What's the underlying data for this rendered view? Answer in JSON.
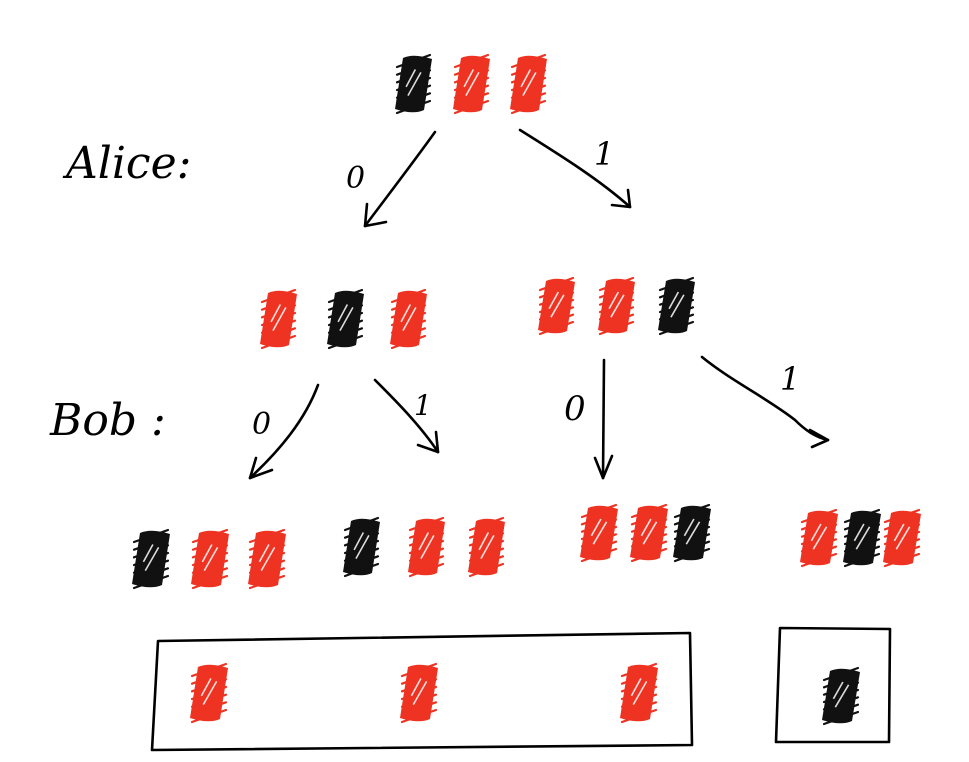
{
  "colors": {
    "red": "#ee3322",
    "black": "#111111",
    "ink": "#000000",
    "background": "#ffffff"
  },
  "players": {
    "alice": "Alice:",
    "bob": "Bob :"
  },
  "root": {
    "cards": [
      "black",
      "red",
      "red"
    ]
  },
  "alice_moves": [
    {
      "bit": "0",
      "cards": [
        "red",
        "black",
        "red"
      ]
    },
    {
      "bit": "1",
      "cards": [
        "red",
        "red",
        "black"
      ]
    }
  ],
  "bob_moves": [
    {
      "bit": "0",
      "cards": [
        "black",
        "red",
        "red"
      ]
    },
    {
      "bit": "1",
      "cards": [
        "black",
        "red",
        "red"
      ]
    },
    {
      "bit": "0",
      "cards": [
        "red",
        "red",
        "black"
      ]
    },
    {
      "bit": "1",
      "cards": [
        "red",
        "black",
        "red"
      ]
    }
  ],
  "outcomes": [
    {
      "cards": [
        "red",
        "red",
        "red"
      ]
    },
    {
      "cards": [
        "black"
      ]
    }
  ]
}
